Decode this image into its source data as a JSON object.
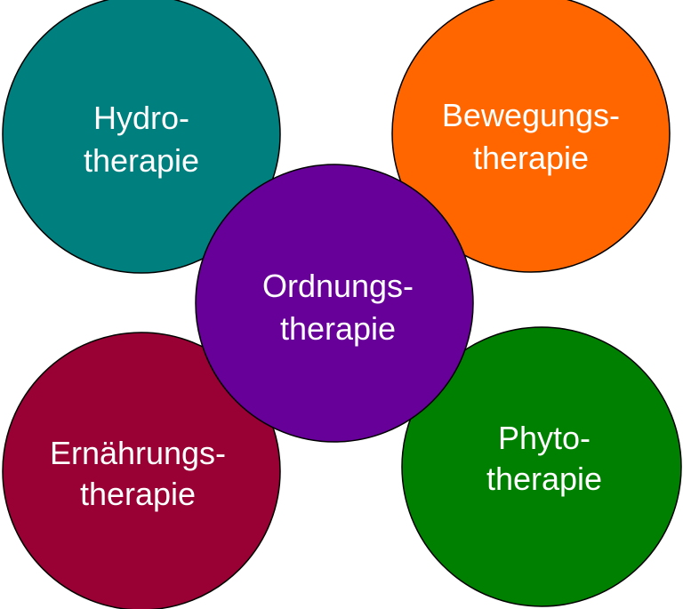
{
  "nodes": [
    {
      "id": "hydro",
      "line1": "Hydro-",
      "line2": "therapie",
      "color": "#007F7F"
    },
    {
      "id": "bewegung",
      "line1": "Bewegungs-",
      "line2": "therapie",
      "color": "#FF6600"
    },
    {
      "id": "ernaehrung",
      "line1": "Ernährungs-",
      "line2": "therapie",
      "color": "#990033"
    },
    {
      "id": "phyto",
      "line1": "Phyto-",
      "line2": "therapie",
      "color": "#008000"
    },
    {
      "id": "ordnung",
      "line1": "Ordnungs-",
      "line2": "therapie",
      "color": "#660099"
    }
  ]
}
